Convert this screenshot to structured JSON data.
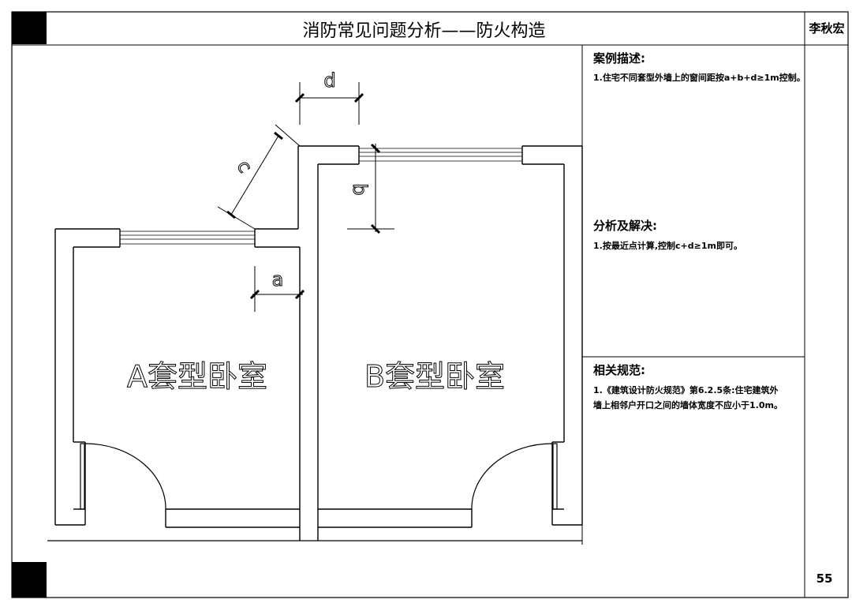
{
  "header": {
    "title": "消防常见问题分析——防火构造",
    "author": "李秋宏"
  },
  "panel": {
    "case": {
      "heading": "案例描述:",
      "body": "1.住宅不同套型外墙上的窗间距按a+b+d≥1m控制。"
    },
    "analysis": {
      "heading": "分析及解决:",
      "body": "1.按最近点计算,控制c+d≥1m即可。"
    },
    "references": {
      "heading": "相关规范:",
      "line1": "1.《建筑设计防火规范》第6.2.5条:住宅建筑外",
      "line2": "墙上相邻户开口之间的墙体宽度不应小于1.0m。"
    }
  },
  "drawing": {
    "room_a_label": "A套型卧室",
    "room_b_label": "B套型卧室",
    "dim_a": "a",
    "dim_b": "b",
    "dim_c": "c",
    "dim_d": "d"
  },
  "footer": {
    "page_number": "55"
  }
}
